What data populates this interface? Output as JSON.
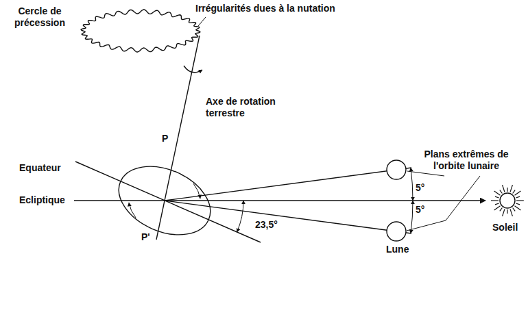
{
  "diagram": {
    "labels": [
      "Cercle de précession",
      "Irrégularités dues à la nutation",
      "Axe de rotation terrestre",
      "P",
      "Plans extrêmes de l'orbite lunaire",
      "Equateur",
      "5°",
      "5°",
      "Ecliptique",
      "Soleil",
      "P'",
      "23,5°",
      "Lune"
    ]
  }
}
